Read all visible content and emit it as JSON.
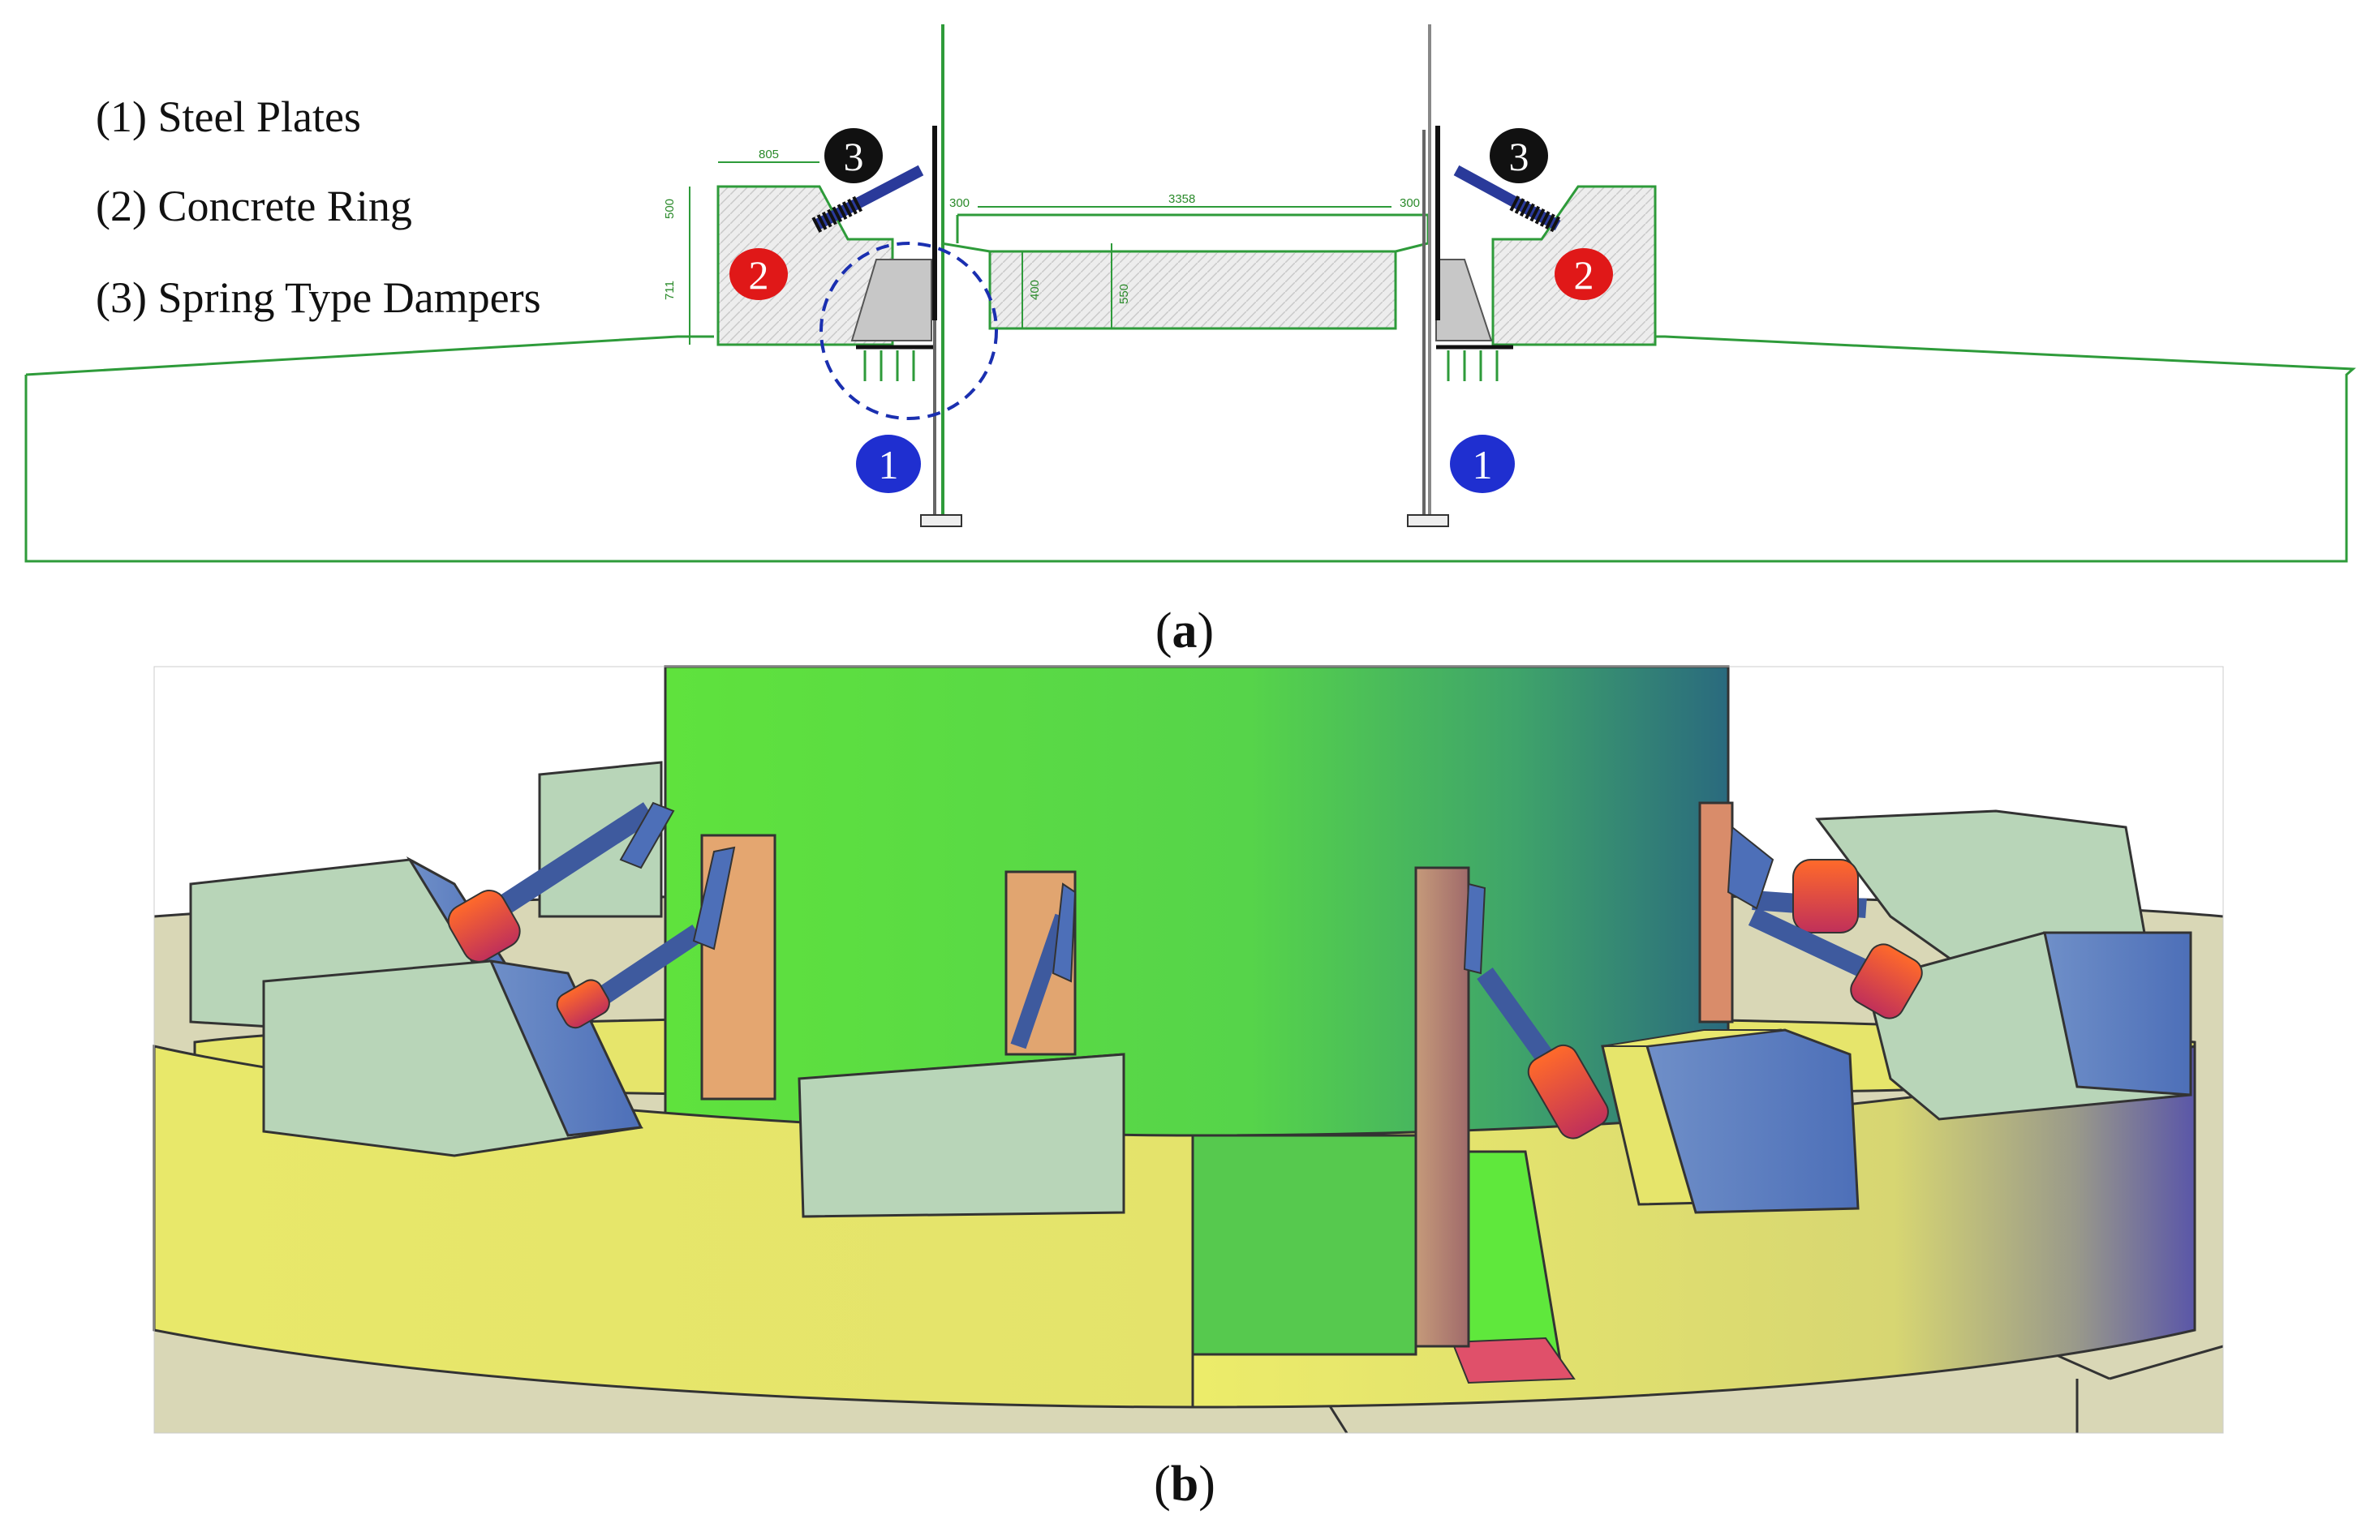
{
  "legend": {
    "item1": "(1) Steel Plates",
    "item2": "(2) Concrete Ring",
    "item3": "(3) Spring Type Dampers"
  },
  "markers": {
    "steel_plate": "1",
    "concrete_ring": "2",
    "damper": "3"
  },
  "dimensions": {
    "d1": "805",
    "d2": "3358",
    "d3": "300",
    "d4": "300",
    "d5": "500",
    "d6": "711",
    "d7": "400",
    "d8": "550"
  },
  "captions": {
    "a": "a",
    "b": "b"
  },
  "colors": {
    "steel_marker": "#1f2fd0",
    "ring_marker": "#e01818",
    "damper_marker": "#111111",
    "drawing_line": "#2e9b3a",
    "tower": "#5fe24a",
    "ring": "#e9e86a"
  }
}
